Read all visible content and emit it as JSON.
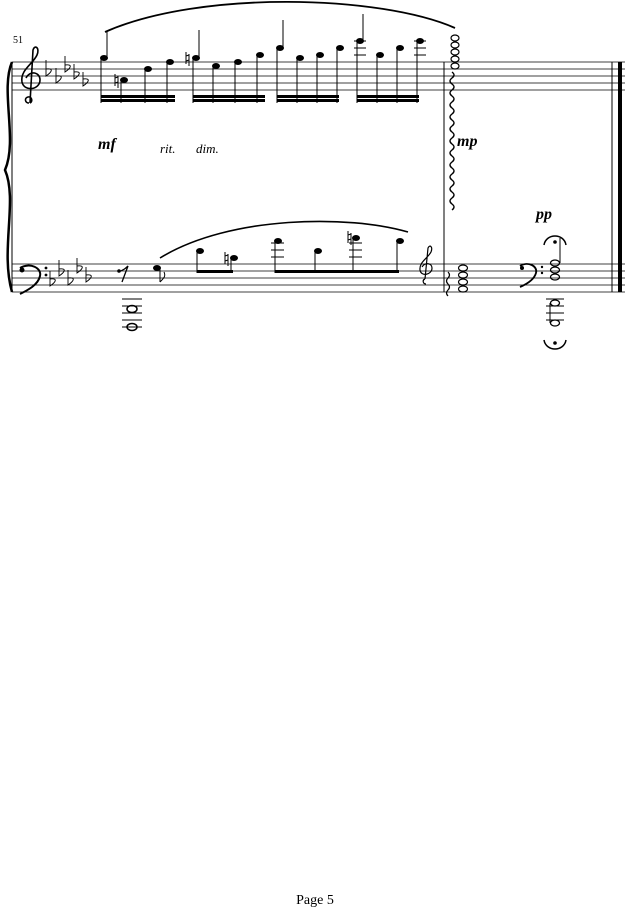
{
  "score": {
    "measure_number": "51",
    "dynamics": {
      "mf": "mf",
      "mp": "mp",
      "pp": "pp"
    },
    "tempo": {
      "rit": "rit.",
      "dim": "dim."
    },
    "treble_key": "D-flat major",
    "bass_key": "D-flat major"
  },
  "footer": {
    "page_label": "Page 5"
  }
}
